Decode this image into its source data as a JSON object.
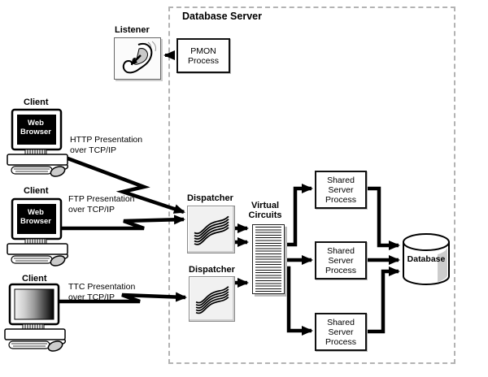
{
  "title": "Database Server",
  "listener": {
    "label": "Listener"
  },
  "pmon": {
    "label": "PMON\nProcess"
  },
  "clients": [
    {
      "label": "Client",
      "screen_text": "Web Browser",
      "protocol": "HTTP Presentation\nover TCP/IP"
    },
    {
      "label": "Client",
      "screen_text": "Web Browser",
      "protocol": "FTP Presentation\nover TCP/IP"
    },
    {
      "label": "Client",
      "screen_text": "",
      "protocol": "TTC Presentation\nover TCP/IP"
    }
  ],
  "dispatchers": [
    {
      "label": "Dispatcher"
    },
    {
      "label": "Dispatcher"
    }
  ],
  "virtual_circuits": {
    "label": "Virtual\nCircuits"
  },
  "shared_servers": [
    {
      "label": "Shared\nServer\nProcess"
    },
    {
      "label": "Shared\nServer\nProcess"
    },
    {
      "label": "Shared\nServer\nProcess"
    }
  ],
  "database": {
    "label": "Database"
  },
  "colors": {
    "line": "#000000",
    "dashed_border": "#b3b3b3",
    "panel_fill": "#f1f1f1",
    "shadow": "#bdbdbd",
    "screen_black": "#000000"
  }
}
